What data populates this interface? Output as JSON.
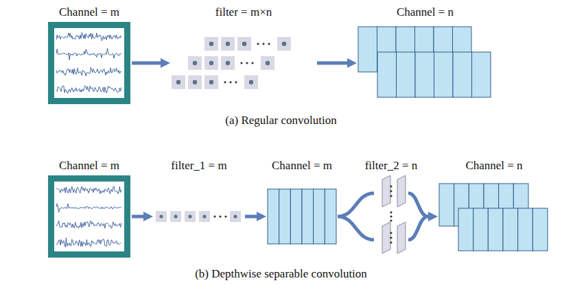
{
  "diagram": {
    "nodes": [
      {
        "text": [
          "Channel = m"
        ]
      },
      {
        "text": [
          "filter = m×n"
        ]
      },
      {
        "text": [
          "Channel = n"
        ]
      },
      {
        "text": [
          "Channel = m"
        ]
      },
      {
        "text": [
          "filter_1 = m"
        ]
      },
      {
        "text": [
          "Channel = m"
        ]
      },
      {
        "text": [
          "filter_2 = n"
        ]
      },
      {
        "text": [
          "Channel = n"
        ]
      }
    ],
    "edges": [
      {
        "from": 0,
        "to": 1,
        "arrow": "to"
      },
      {
        "from": 1,
        "to": 2,
        "arrow": "to"
      },
      {
        "from": 3,
        "to": 4,
        "arrow": "to"
      },
      {
        "from": 4,
        "to": 5,
        "arrow": "to"
      },
      {
        "from": 5,
        "to": 6,
        "arrow": "none"
      },
      {
        "from": 6,
        "to": 7,
        "arrow": "to"
      }
    ],
    "labels": [
      "(a) Regular convolution",
      "(b) Depthwise separable convolution"
    ]
  }
}
